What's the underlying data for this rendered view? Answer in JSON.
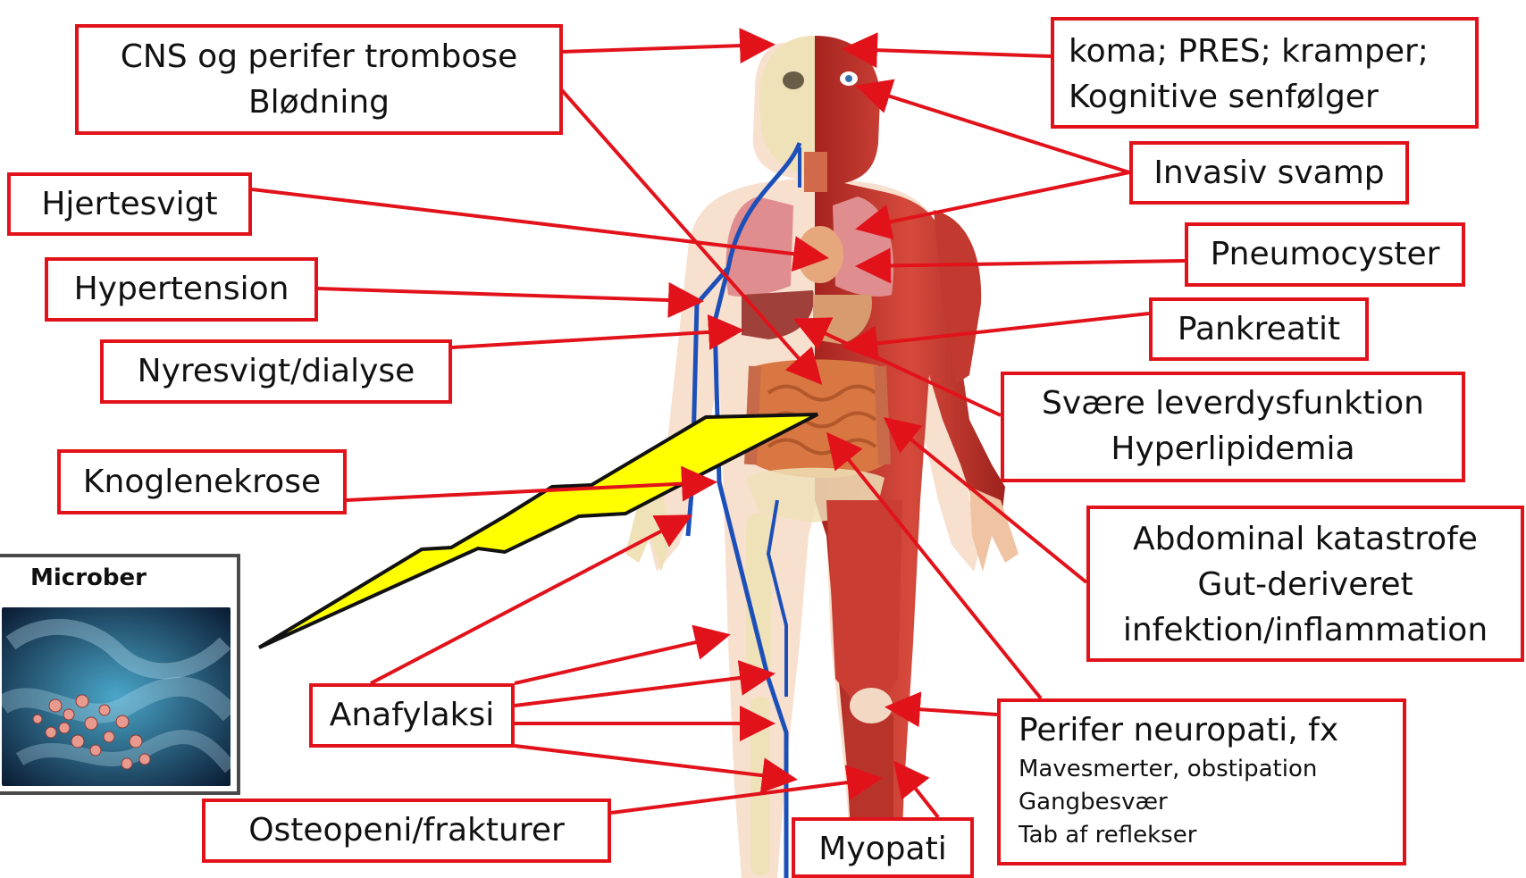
{
  "labels": {
    "cns": [
      "CNS og perifer trombose",
      "Blødning"
    ],
    "koma": [
      "koma; PRES; kramper;",
      "Kognitive senfølger"
    ],
    "invasiv": "Invasiv svamp",
    "hjerte": "Hjertesvigt",
    "pneumo": "Pneumocyster",
    "hypertension": "Hypertension",
    "pankreatit": "Pankreatit",
    "nyre": "Nyresvigt/dialyse",
    "lever": [
      "Svære leverdysfunktion",
      "Hyperlipidemia"
    ],
    "knogle": "Knoglenekrose",
    "abdominal": [
      "Abdominal katastrofe",
      "Gut-deriveret",
      "infektion/inflammation"
    ],
    "anafylaksi": "Anafylaksi",
    "perifer": {
      "title": "Perifer neuropati, fx",
      "items": [
        "Mavesmerter, obstipation",
        "Gangbesvær",
        "Tab af reflekser"
      ]
    },
    "osteopeni": "Osteopeni/frakturer",
    "myopati": "Myopati"
  },
  "microbe_panel": {
    "title": "Microber"
  },
  "colors": {
    "border_red": "#e2121b",
    "arrow_red": "#e2121b",
    "lightning": "#ffff00",
    "muscle": "#c9322b",
    "skin": "#f2c7a8",
    "bone": "#efe1b8",
    "vein": "#1d4fb8"
  }
}
